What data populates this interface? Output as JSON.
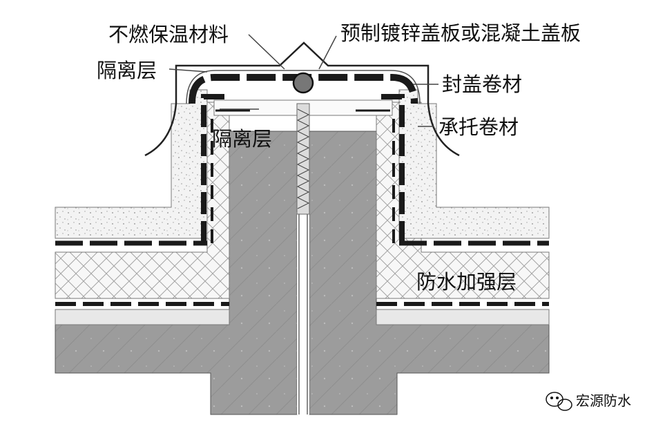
{
  "labels": {
    "insulation": "不燃保温材料",
    "cover_plate": "预制镀锌盖板或混凝土盖板",
    "isolation_top": "隔离层",
    "seal_membrane": "封盖卷材",
    "support_membrane": "承托卷材",
    "isolation_inner": "隔离层",
    "reinforce_layer": "防水加强层"
  },
  "watermark": {
    "text": "宏源防水",
    "icon": "wechat-icon"
  },
  "colors": {
    "concrete": "#9a9a9a",
    "concrete_line": "#8a8a8a",
    "membrane": "#1a1a1a",
    "speckle_fill": "#f2f2f2",
    "crosshatch_line": "#9c9c9c",
    "outline": "#444444"
  }
}
